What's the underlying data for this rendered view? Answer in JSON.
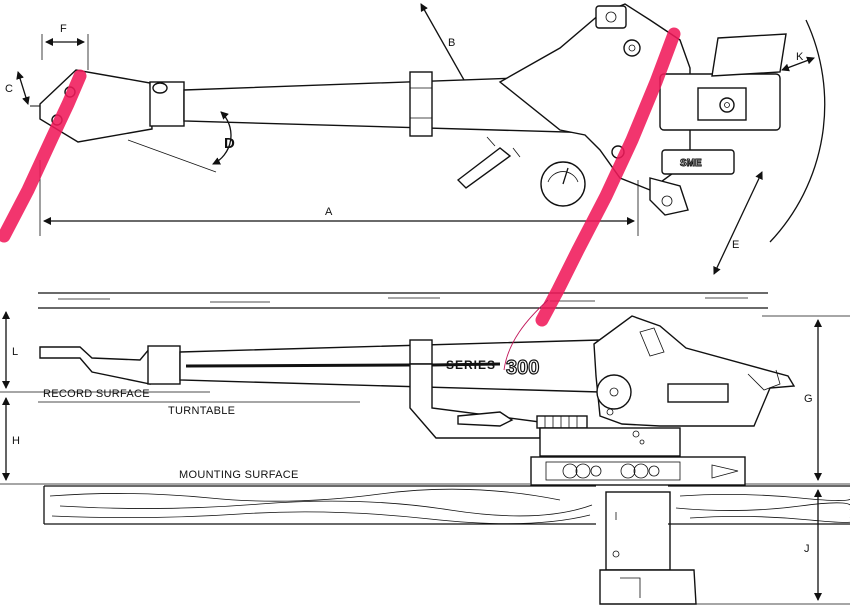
{
  "dimension_labels": {
    "a": "A",
    "b": "B",
    "c": "C",
    "d": "D",
    "e": "E",
    "f": "F",
    "g": "G",
    "h": "H",
    "j": "J",
    "k": "K",
    "l": "L"
  },
  "captions": {
    "record_surface": "RECORD SURFACE",
    "turntable": "TURNTABLE",
    "mounting_surface": "MOUNTING SURFACE"
  },
  "branding": {
    "series": "SERIES",
    "model": "300",
    "maker_logo": "SME"
  },
  "colors": {
    "line": "#111111",
    "highlighter": "#f0195a",
    "annotation_curve": "#c2185b"
  }
}
